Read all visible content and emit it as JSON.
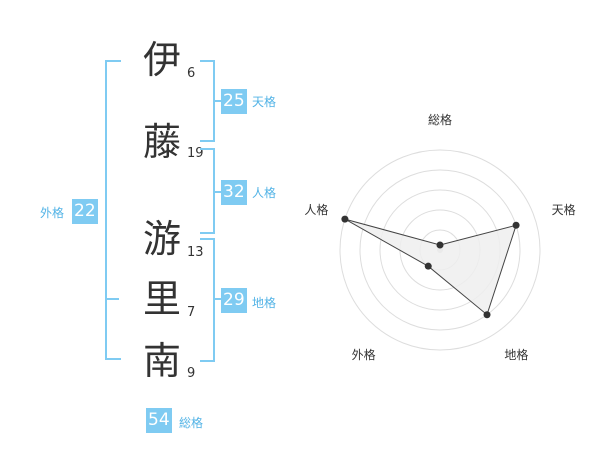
{
  "name": {
    "characters": [
      {
        "char": "伊",
        "strokes": "6"
      },
      {
        "char": "藤",
        "strokes": "19"
      },
      {
        "char": "游",
        "strokes": "13"
      },
      {
        "char": "里",
        "strokes": "7"
      },
      {
        "char": "南",
        "strokes": "9"
      }
    ]
  },
  "fortune": {
    "tenkaku": {
      "value": "25",
      "label": "天格"
    },
    "jinkaku": {
      "value": "32",
      "label": "人格"
    },
    "chikaku": {
      "value": "29",
      "label": "地格"
    },
    "gaikaku": {
      "value": "22",
      "label": "外格"
    },
    "soukaku": {
      "value": "54",
      "label": "総格"
    }
  },
  "radar": {
    "axes": [
      "総格",
      "天格",
      "地格",
      "外格",
      "人格"
    ],
    "levels": [
      0.05,
      0.8,
      0.8,
      0.2,
      1.0
    ],
    "colors": {
      "grid": "#dddddd",
      "fill": "#eeeeee",
      "line": "#444444",
      "point": "#333333",
      "center": "#cccccc"
    }
  }
}
